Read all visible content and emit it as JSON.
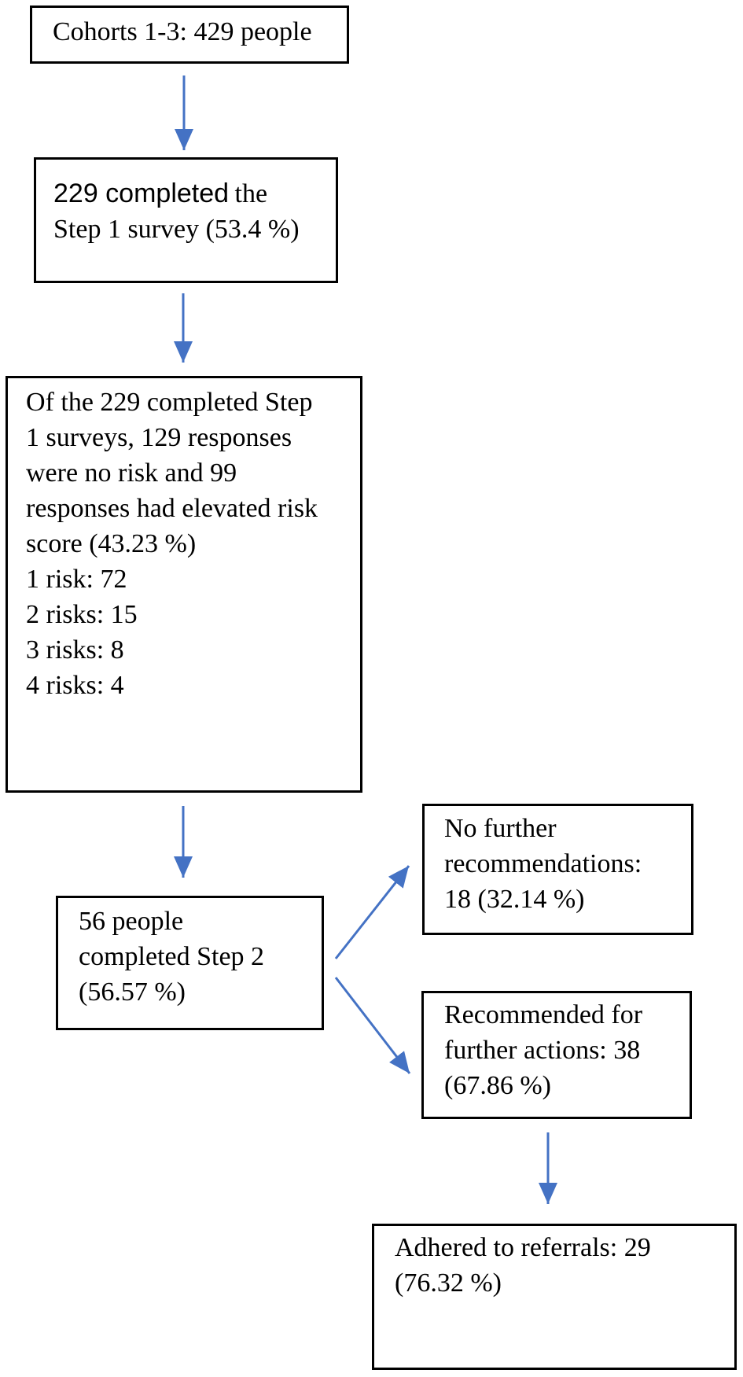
{
  "figure": {
    "type": "flowchart",
    "description_visible": false
  },
  "colors": {
    "arrow": "#4472C4",
    "box_border": "#000000",
    "text": "#000000",
    "background": "#ffffff"
  },
  "boxes": {
    "cohorts": {
      "lines": [
        "Cohorts 1-3: 429 people"
      ]
    },
    "step1": {
      "line1_sans": "229 completed",
      "line1_serif": "the",
      "line2": "Step 1 survey (53.4 %)"
    },
    "step1_results": {
      "lines": [
        "Of the 229 completed Step",
        "1 surveys, 129 responses",
        "were no risk and 99",
        "responses had elevated risk",
        "score (43.23 %)",
        "1 risk: 72",
        "2 risks: 15",
        "3 risks: 8",
        "4 risks: 4"
      ]
    },
    "step2": {
      "lines": [
        "56 people",
        "completed Step 2",
        "(56.57 %)"
      ]
    },
    "no_further": {
      "lines": [
        "No further",
        "recommendations:",
        "18 (32.14 %)"
      ]
    },
    "recommended": {
      "lines": [
        "Recommended for",
        "further actions: 38",
        "(67.86 %)"
      ]
    },
    "adhered": {
      "lines": [
        "Adhered to referrals: 29",
        "(76.32 %)"
      ]
    }
  },
  "edges": [
    {
      "from": "cohorts",
      "to": "step1"
    },
    {
      "from": "step1",
      "to": "step1_results"
    },
    {
      "from": "step1_results",
      "to": "step2"
    },
    {
      "from": "step2",
      "to": "no_further"
    },
    {
      "from": "step2",
      "to": "recommended"
    },
    {
      "from": "recommended",
      "to": "adhered"
    }
  ]
}
